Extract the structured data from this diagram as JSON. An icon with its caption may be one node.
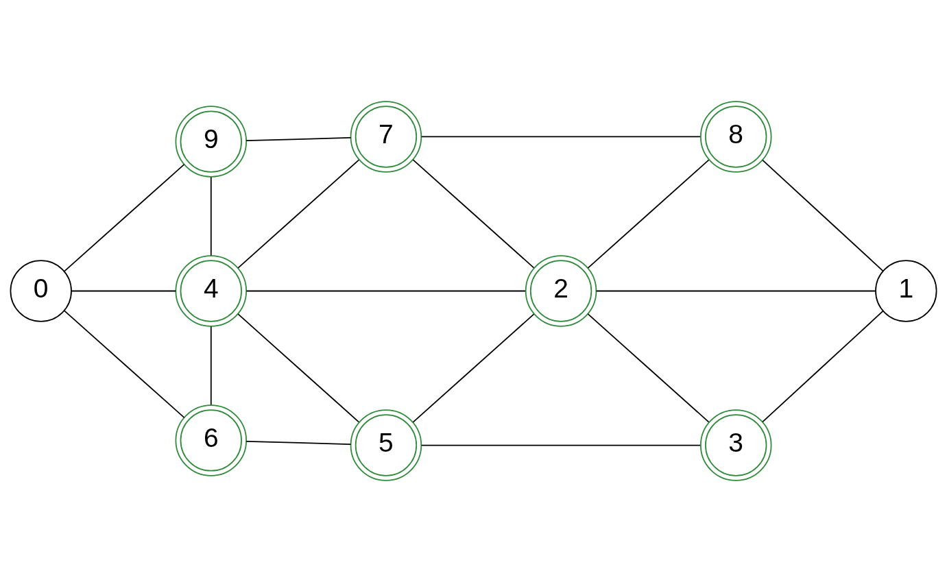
{
  "diagram": {
    "nodes": [
      {
        "text": [
          "0"
        ]
      },
      {
        "text": [
          "1"
        ]
      },
      {
        "text": [
          "2"
        ]
      },
      {
        "text": [
          "3"
        ]
      },
      {
        "text": [
          "4"
        ]
      },
      {
        "text": [
          "5"
        ]
      },
      {
        "text": [
          "6"
        ]
      },
      {
        "text": [
          "7"
        ]
      },
      {
        "text": [
          "8"
        ]
      },
      {
        "text": [
          "9"
        ]
      }
    ],
    "edges": [
      {
        "from": 0,
        "to": 9,
        "arrow": "none"
      },
      {
        "from": 0,
        "to": 4,
        "arrow": "none"
      },
      {
        "from": 0,
        "to": 6,
        "arrow": "none"
      },
      {
        "from": 9,
        "to": 7,
        "arrow": "none"
      },
      {
        "from": 9,
        "to": 4,
        "arrow": "none"
      },
      {
        "from": 7,
        "to": 8,
        "arrow": "none"
      },
      {
        "from": 4,
        "to": 7,
        "arrow": "none"
      },
      {
        "from": 7,
        "to": 2,
        "arrow": "none"
      },
      {
        "from": 2,
        "to": 8,
        "arrow": "none"
      },
      {
        "from": 8,
        "to": 1,
        "arrow": "none"
      },
      {
        "from": 4,
        "to": 2,
        "arrow": "none"
      },
      {
        "from": 2,
        "to": 1,
        "arrow": "none"
      },
      {
        "from": 4,
        "to": 6,
        "arrow": "none"
      },
      {
        "from": 4,
        "to": 5,
        "arrow": "none"
      },
      {
        "from": 5,
        "to": 2,
        "arrow": "none"
      },
      {
        "from": 2,
        "to": 3,
        "arrow": "none"
      },
      {
        "from": 3,
        "to": 1,
        "arrow": "none"
      },
      {
        "from": 6,
        "to": 5,
        "arrow": "none"
      },
      {
        "from": 5,
        "to": 3,
        "arrow": "none"
      }
    ]
  }
}
